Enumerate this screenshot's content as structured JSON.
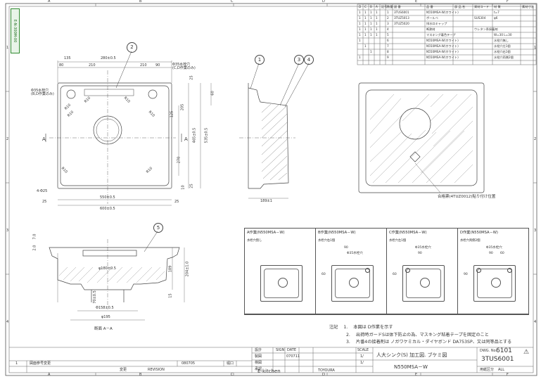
{
  "border_letters": [
    "A",
    "B",
    "C",
    "D",
    "E",
    "F"
  ],
  "border_numbers": [
    "1",
    "2",
    "3",
    "4"
  ],
  "side_tag": "E-N-300M-00",
  "parts_table": {
    "headers": [
      "D",
      "C",
      "B",
      "A",
      "記号",
      "数量",
      "設 番",
      "品 番",
      "部 品 名",
      "資材コード",
      "材 質",
      "素材寸法",
      "備 考"
    ],
    "rows": [
      {
        "d": "1",
        "c": "1",
        "b": "1",
        "a": "1",
        "no": "1",
        "code": "3TUS6001",
        "name": "N550MSA-W(ホワイト)",
        "material": "",
        "size": "t=7"
      },
      {
        "d": "1",
        "c": "1",
        "b": "1",
        "a": "1",
        "no": "2",
        "code": "3TUZ5013",
        "name": "ボールベ",
        "material": "SUS304",
        "size": "φ6"
      },
      {
        "d": "1",
        "c": "1",
        "b": "1",
        "a": "1",
        "no": "3",
        "code": "3TUZ5020",
        "name": "排水口キャップ",
        "material": "",
        "size": ""
      },
      {
        "d": "1",
        "c": "1",
        "b": "1",
        "a": "1",
        "no": "4",
        "code": "",
        "name": "断熱材",
        "material": "ウレタン系接着剤",
        "size": ""
      },
      {
        "d": "1",
        "c": "1",
        "b": "1",
        "a": "1",
        "no": "5",
        "code": "",
        "name": "マスキング着色テープ",
        "material": "",
        "size": "W=30 L=30"
      },
      {
        "d": "1",
        "c": "",
        "b": "",
        "a": "",
        "no": "6",
        "code": "",
        "name": "N550MSA-W(ホワイト)",
        "material": "",
        "size": "水栓穴無し"
      },
      {
        "d": "",
        "c": "1",
        "b": "",
        "a": "",
        "no": "7",
        "code": "",
        "name": "N550MSA-W(ホワイト)",
        "material": "",
        "size": "水栓穴左1個"
      },
      {
        "d": "",
        "c": "",
        "b": "1",
        "a": "",
        "no": "8",
        "code": "",
        "name": "N550MSA-W(ホワイト)",
        "material": "",
        "size": "水栓穴右1個"
      },
      {
        "d": "1",
        "c": "",
        "b": "",
        "a": "",
        "no": "9",
        "code": "",
        "name": "N550MSA-W(ホワイト)",
        "material": "",
        "size": "水栓穴両側2個"
      }
    ]
  },
  "plan_view": {
    "dims_top": [
      "135",
      "280±0.5",
      "80",
      "210",
      "210",
      "90",
      "25"
    ],
    "dims_bottom": [
      "550±0.5",
      "600±0.5",
      "25",
      "25"
    ],
    "dims_right": [
      "60",
      "465±0.5",
      "535±0.5",
      "270",
      "205",
      "125",
      "25",
      "10",
      "25",
      "R10"
    ],
    "radius_labels": [
      "R10",
      "R10",
      "R10",
      "R10",
      "R10",
      "R10",
      "R10"
    ],
    "notes": [
      "Φ35水栓穴\n(B,D作業のみ)",
      "Φ35水栓穴\n(C,D作業のみ)",
      "4-Φ25"
    ],
    "section_mark": "A"
  },
  "balloons": [
    "1",
    "2",
    "3",
    "4",
    "5"
  ],
  "side_view": {
    "dim": "189±1"
  },
  "label_note": "合格票(4TUZ0012)貼り付け位置",
  "section_view": {
    "title": "断面 A－A",
    "dims": [
      "φ180±0.5",
      "Φ158±0.5",
      "φ195",
      "189",
      "204±1.0",
      "7.0",
      "2.0",
      "70±0.5",
      "15",
      "10"
    ]
  },
  "variants": [
    {
      "title": "A作業(N550MSA－W)",
      "sub": "水栓穴無し",
      "dims": []
    },
    {
      "title": "B作業(N550MSA－W)",
      "sub": "水栓穴右1個",
      "dims": [
        "90",
        "Φ35水栓穴",
        "60"
      ]
    },
    {
      "title": "C作業(N550MSA－W)",
      "sub": "水栓穴左1個",
      "dims": [
        "Φ35水栓穴",
        "90",
        "60"
      ]
    },
    {
      "title": "D作業(N550MSA－W)",
      "sub": "水栓穴両側2個",
      "dims": [
        "Φ35水栓穴",
        "90",
        "90",
        "60"
      ]
    }
  ],
  "notes": {
    "heading": "注記",
    "items": [
      {
        "n": "1.",
        "text": "本図は D作業を示す"
      },
      {
        "n": "2.",
        "text": "出荷時ガードSは体下防止の為、マスキング粘着テープを固定のこと"
      },
      {
        "n": "3.",
        "text": "片番4の接着剤は ノガワケミカル・ダイヤボンド DA753SP、又は同等品とする"
      }
    ]
  },
  "title_block": {
    "revision": {
      "symbol": "1",
      "text": "図面参号変更",
      "date": "080705",
      "sign": "堀口"
    },
    "headers": [
      "変更",
      "REVISION",
      "SIGN",
      "DATE",
      "SCALE"
    ],
    "approvals": [
      "設計",
      "製図",
      "検図",
      "承認"
    ],
    "date": "070711",
    "scale": [
      "1/",
      "1/"
    ],
    "title_jp": "人大シンク(S) 加工図. ブケミ図",
    "model": "N550MSA－W",
    "company_left": "E-kitchen",
    "company_right": "TOYOURA",
    "dwg_label": "DWG. No.",
    "dwg_no_a": "6101",
    "dwg_no_b": "3TUS6001",
    "sheet_label": "用紙区分",
    "sheet_value": "ALL"
  }
}
